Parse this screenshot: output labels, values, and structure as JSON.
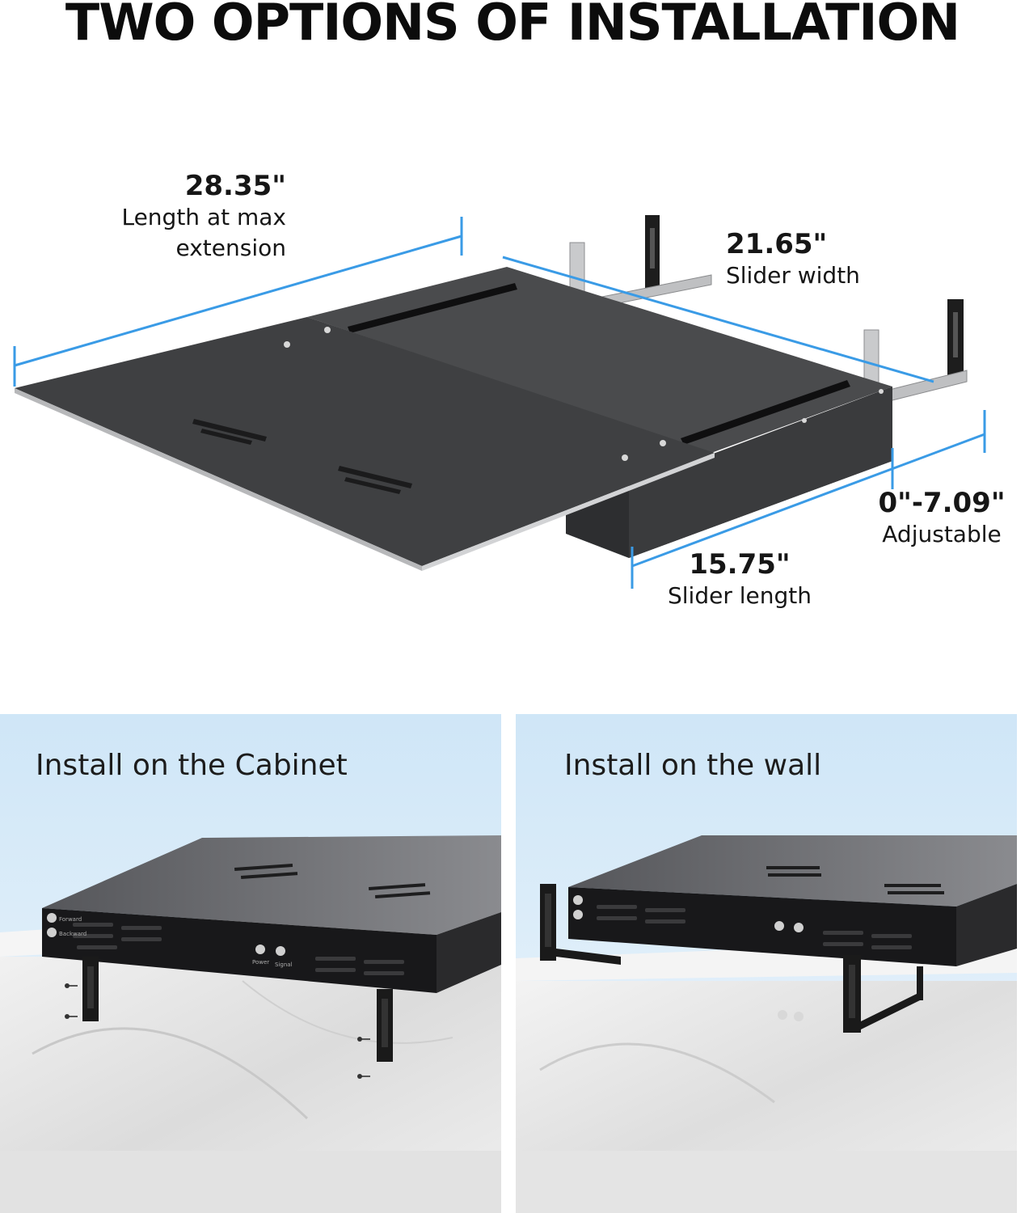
{
  "headline": "TWO OPTIONS OF INSTALLATION",
  "dimensions": {
    "length_max": {
      "value": "28.35\"",
      "caption_line1": "Length at max",
      "caption_line2": "extension"
    },
    "slider_width": {
      "value": "21.65\"",
      "caption": "Slider width"
    },
    "adjustable": {
      "value": "0\"-7.09\"",
      "caption": "Adjustable"
    },
    "slider_length": {
      "value": "15.75\"",
      "caption": "Slider length"
    }
  },
  "panels": {
    "cabinet": {
      "title": "Install on the Cabinet",
      "label_forward": "Forward",
      "label_backward": "Backward",
      "label_power": "Power",
      "label_signal": "Signal"
    },
    "wall": {
      "title": "Install on the wall"
    }
  },
  "colors": {
    "dimension_line": "#3a9be6",
    "panel_sky": "#dcecf8",
    "shelf_dark": "#3b3c3e",
    "shelf_front": "#1f1f21",
    "bracket": "#1a1a1a",
    "marble": "#e9e9e9"
  }
}
